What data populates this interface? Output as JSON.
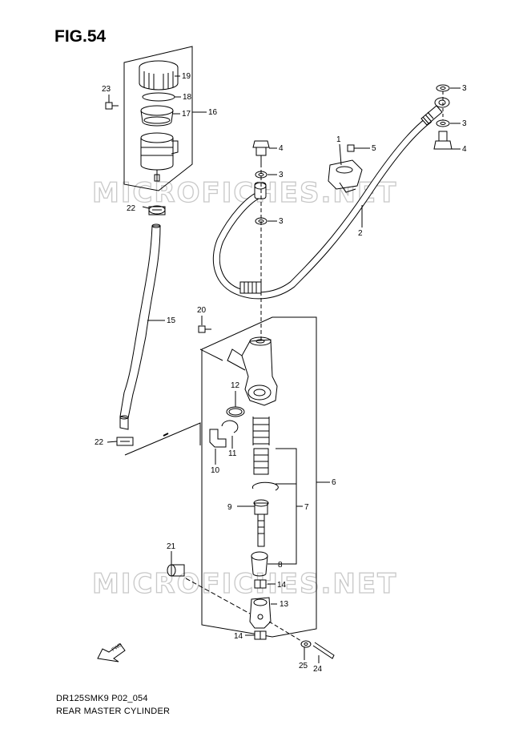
{
  "figure": {
    "title": "FIG.54",
    "model_code": "DR125SMK9 P02_054",
    "caption": "REAR MASTER CYLINDER"
  },
  "watermark": {
    "text": "MICROFICHES.NET"
  },
  "fwd_label": "FWD",
  "callouts": [
    {
      "id": "c19",
      "text": "19"
    },
    {
      "id": "c18",
      "text": "18"
    },
    {
      "id": "c17",
      "text": "17"
    },
    {
      "id": "c16",
      "text": "16"
    },
    {
      "id": "c23",
      "text": "23"
    },
    {
      "id": "c22a",
      "text": "22"
    },
    {
      "id": "c15",
      "text": "15"
    },
    {
      "id": "c22b",
      "text": "22"
    },
    {
      "id": "c3a",
      "text": "3"
    },
    {
      "id": "c3b",
      "text": "3"
    },
    {
      "id": "c4a",
      "text": "4"
    },
    {
      "id": "c1",
      "text": "1"
    },
    {
      "id": "c5",
      "text": "5"
    },
    {
      "id": "c4b",
      "text": "4"
    },
    {
      "id": "c3c",
      "text": "3"
    },
    {
      "id": "c3d",
      "text": "3"
    },
    {
      "id": "c2",
      "text": "2"
    },
    {
      "id": "c20",
      "text": "20"
    },
    {
      "id": "c12",
      "text": "12"
    },
    {
      "id": "c6",
      "text": "6"
    },
    {
      "id": "c11",
      "text": "11"
    },
    {
      "id": "c10",
      "text": "10"
    },
    {
      "id": "c9",
      "text": "9"
    },
    {
      "id": "c7",
      "text": "7"
    },
    {
      "id": "c8",
      "text": "8"
    },
    {
      "id": "c21",
      "text": "21"
    },
    {
      "id": "c14a",
      "text": "14"
    },
    {
      "id": "c13",
      "text": "13"
    },
    {
      "id": "c14b",
      "text": "14"
    },
    {
      "id": "c25",
      "text": "25"
    },
    {
      "id": "c24",
      "text": "24"
    }
  ]
}
